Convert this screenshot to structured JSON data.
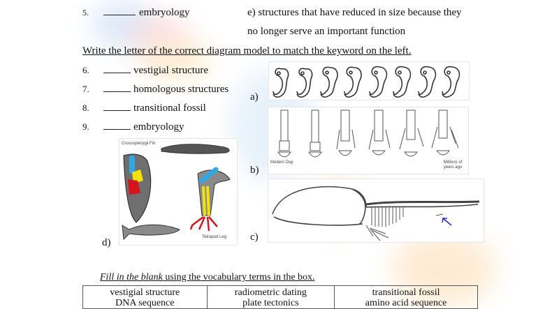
{
  "matching_prev": {
    "item5": {
      "number": "5.",
      "term": "embryology"
    },
    "def_e": {
      "line1": "e) structures that have reduced in size because they",
      "line2": "no longer serve an important function"
    }
  },
  "section_diagram": {
    "instruction": "Write the letter of the correct diagram model to match the keyword on the left.",
    "items": [
      {
        "number": "6.",
        "term": "vestigial structure"
      },
      {
        "number": "7.",
        "term": "homologous structures"
      },
      {
        "number": "8.",
        "term": "transitional fossil"
      },
      {
        "number": "9.",
        "term": "embryology"
      }
    ],
    "figures": {
      "a": {
        "label": "a)",
        "description": "embryo development sequence"
      },
      "b": {
        "label": "b)",
        "description": "horse foot evolution",
        "left_caption": "Modern Day",
        "right_caption": "Millions of years ago"
      },
      "c": {
        "label": "c)",
        "description": "whale skeleton with vestigial pelvis arrow"
      },
      "d": {
        "label": "d)",
        "description": "fin to leg transition",
        "top_caption": "Crossopterygii Fin",
        "bottom_caption": "Tetrapod Leg"
      }
    },
    "colors": {
      "blue_bone": "#2fa8e8",
      "yellow_bone": "#f4e20a",
      "red_bone": "#d8141b",
      "gray_flesh": "#6f6f6f",
      "arrow": "#2a2ad0"
    }
  },
  "section_fill": {
    "instruction_italic": "Fill in the blank",
    "instruction_rest": " using the vocabulary terms in the box.",
    "vocab": [
      [
        "vestigial structure",
        "radiometric dating",
        "transitional fossil"
      ],
      [
        "DNA sequence",
        "plate tectonics",
        "amino acid sequence"
      ]
    ]
  }
}
